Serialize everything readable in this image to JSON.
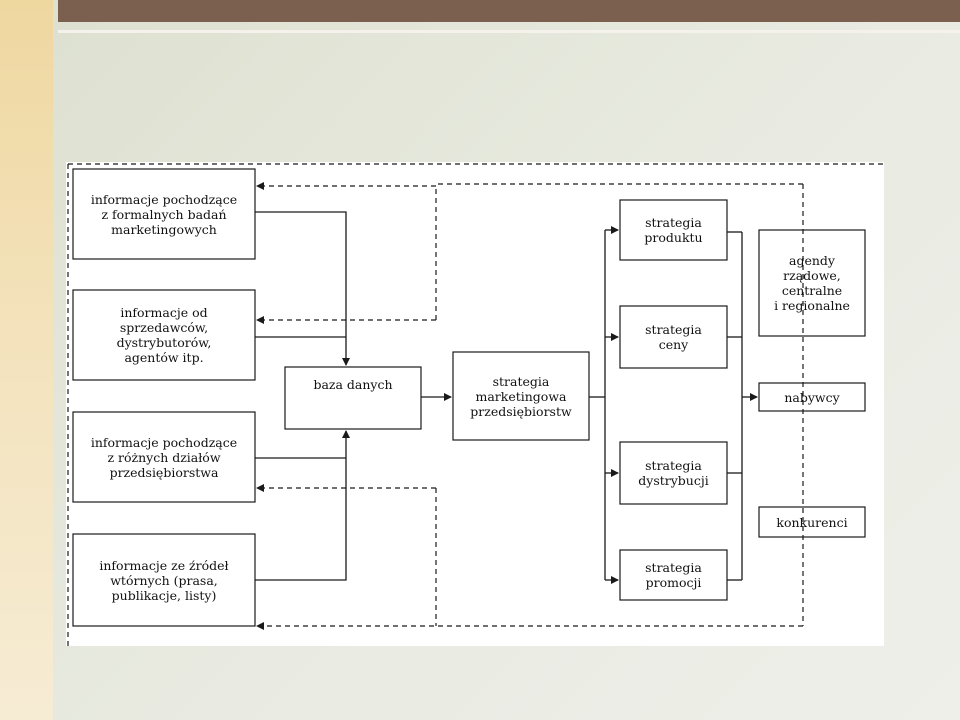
{
  "boxes": {
    "info_formal": "informacje pochodzące\nz formalnych badań\nmarketingowych",
    "info_sellers": "informacje od\nsprzedawców,\ndystrybutorów,\nagentów itp.",
    "info_departments": "informacje pochodzące\nz różnych działów\nprzedsiębiorstwa",
    "info_secondary": "informacje ze źródeł\nwtórnych (prasa,\npublikacje, listy)",
    "database": "baza danych",
    "marketing_strategy": "strategia\nmarketingowa\nprzedsiębiorstw",
    "product_strategy": "strategia\nproduktu",
    "price_strategy": "strategia\nceny",
    "distribution_strategy": "strategia\ndystrybucji",
    "promotion_strategy": "strategia\npromocji",
    "agencies": "agendy\nrządowe,\ncentralne\ni regionalne",
    "buyers": "nabywcy",
    "competitors": "konkurenci"
  },
  "colors": {
    "line": "#1a1a1a",
    "box_fill": "#ffffff"
  }
}
